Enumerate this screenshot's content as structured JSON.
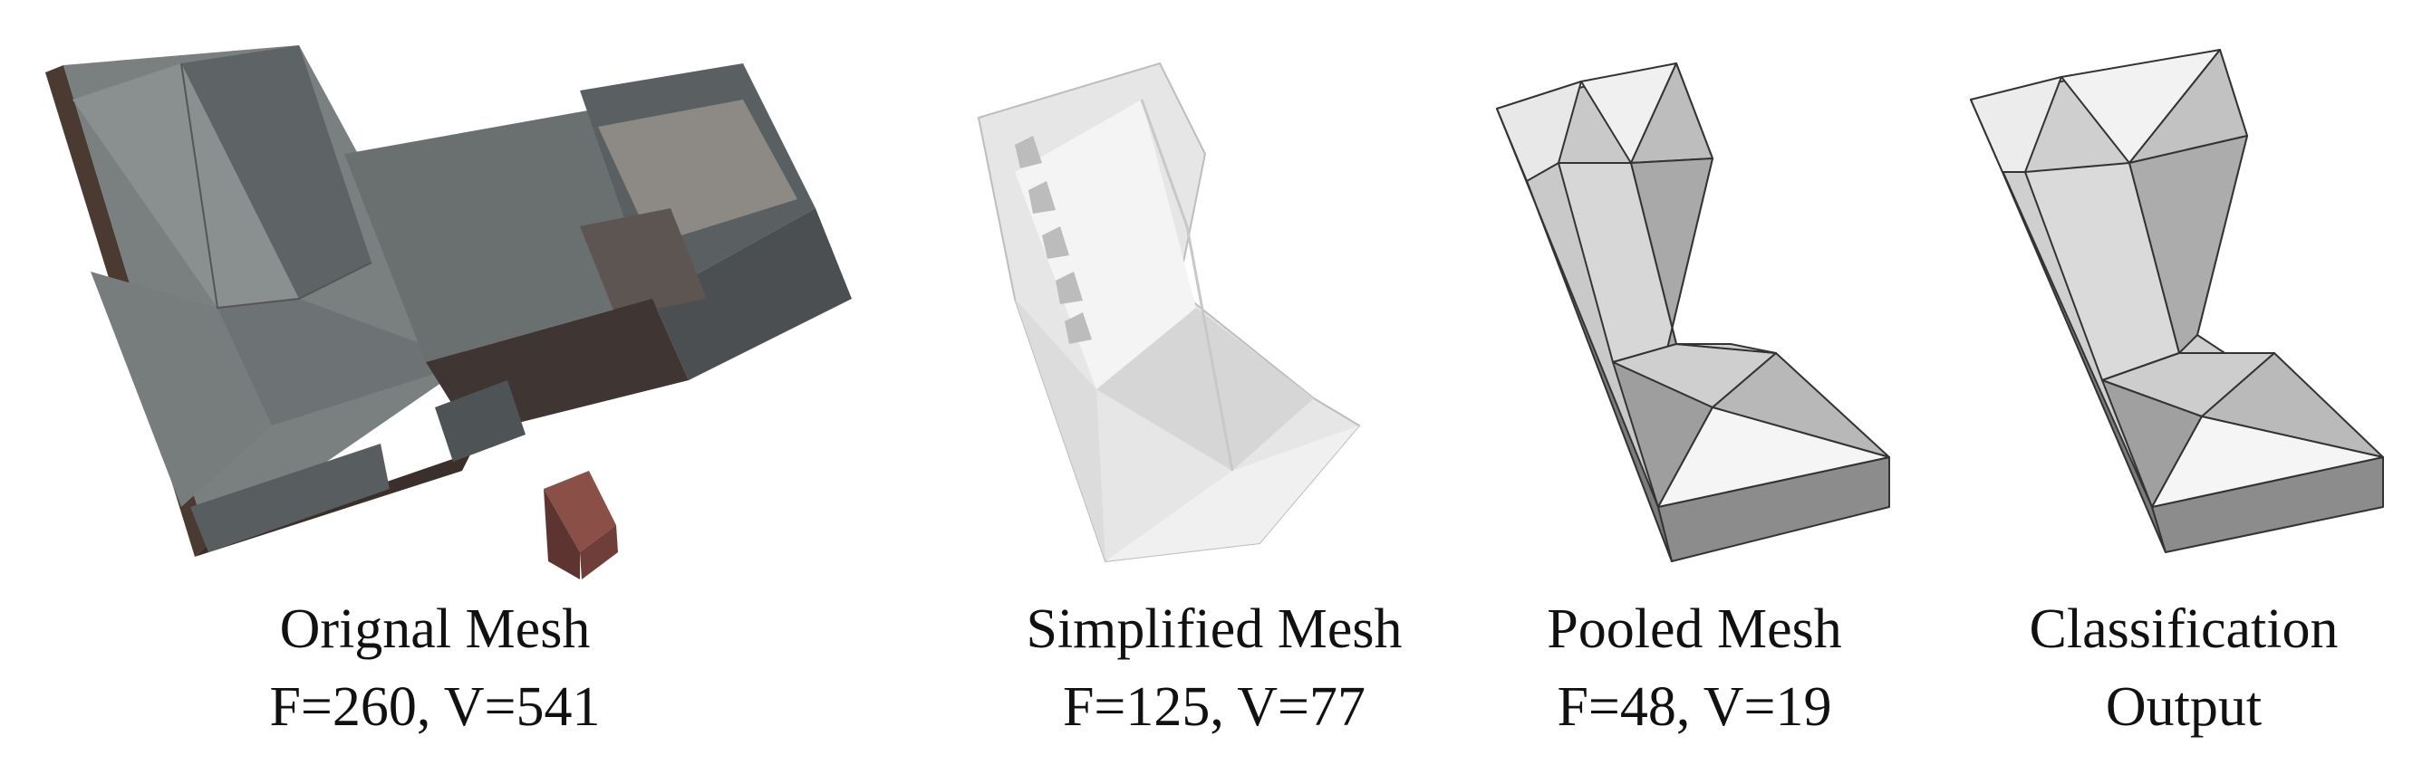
{
  "panels": [
    {
      "line1": "Orignal Mesh",
      "line2": "F=260, V=541"
    },
    {
      "line1": "Simplified Mesh",
      "line2": "F=125, V=77"
    },
    {
      "line1": "Pooled Mesh",
      "line2": "F=48, V=19"
    },
    {
      "line1": "Classification",
      "line2": "Output"
    }
  ]
}
